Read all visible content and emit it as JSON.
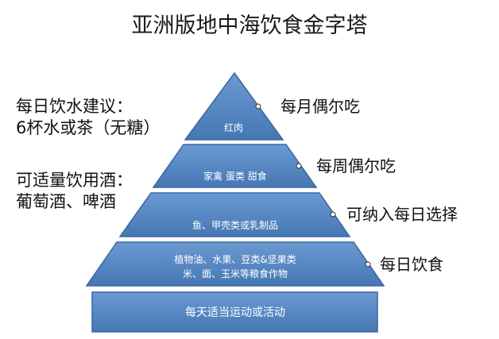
{
  "title": "亚洲版地中海饮食金字塔",
  "water_advice": {
    "line1": "每日饮水建议：",
    "line2": "6杯水或茶（无糖）"
  },
  "alcohol_advice": {
    "line1": "可适量饮用酒：",
    "line2": "葡萄酒、啤酒"
  },
  "pyramid": {
    "levels": [
      {
        "label": "红肉",
        "frequency": "每月偶尔吃"
      },
      {
        "label": "家禽 蛋类 甜食",
        "frequency": "每周偶尔吃"
      },
      {
        "label": "鱼、甲壳类或乳制品",
        "frequency": "可纳入每日选择"
      },
      {
        "label_line1": "植物油、水果、豆类&坚果类",
        "label_line2": "米、面、玉米等粮食作物",
        "frequency": "每日饮食"
      }
    ],
    "base": "每天适当运动或活动"
  },
  "colors": {
    "fill": "#4a7ebb",
    "fill_light": "#6595cf",
    "stroke": "#3a66a0"
  }
}
